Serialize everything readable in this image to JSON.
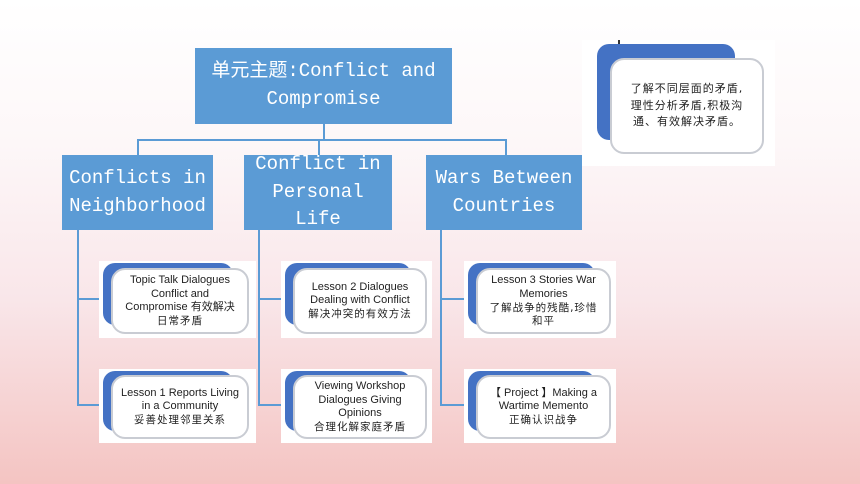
{
  "root": {
    "line1": "单元主题:Conflict and",
    "line2": "Compromise"
  },
  "branches": [
    {
      "line1": "Conflicts in",
      "line2": "Neighborhood",
      "items": [
        {
          "en1": "Topic Talk Dialogues",
          "en2": "Conflict and",
          "en3": "Compromise 有效解决",
          "cn": "日常矛盾"
        },
        {
          "en1": "Lesson 1 Reports Living",
          "en2": "in a Community",
          "cn": "妥善处理邻里关系"
        }
      ]
    },
    {
      "line1": "Conflict in",
      "line2": "Personal Life",
      "items": [
        {
          "en1": "Lesson 2 Dialogues",
          "en2": "Dealing with Conflict",
          "cn": "解决冲突的有效方法"
        },
        {
          "en1": "Viewing Workshop",
          "en2": "Dialogues Giving",
          "en3": "Opinions",
          "cn": "合理化解家庭矛盾"
        }
      ]
    },
    {
      "line1": "Wars Between",
      "line2": "Countries",
      "items": [
        {
          "en1": "Lesson 3 Stories War",
          "en2": "Memories",
          "cn": "了解战争的残酷,珍惜",
          "cn2": "和平"
        },
        {
          "en1": "【 Project 】Making a",
          "en2": "Wartime Memento",
          "cn": "正确认识战争"
        }
      ]
    }
  ],
  "note": {
    "line1": "了解不同层面的矛盾,",
    "line2": "理性分析矛盾,积极沟",
    "line3": "通、有效解决矛盾。"
  },
  "colors": {
    "box": "#5b9bd5",
    "card_accent": "#4472c4"
  }
}
